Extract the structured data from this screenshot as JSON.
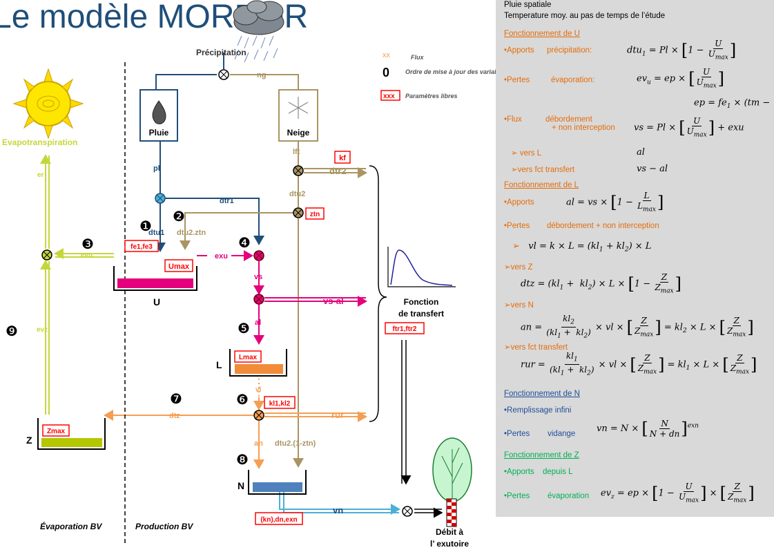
{
  "title": "Le modèle MORDOR",
  "legend": {
    "flux_symbol": "xx",
    "flux": "Flux",
    "order_symbol": "0",
    "order": "Ordre de mise à jour des variables",
    "param_symbol": "xxx",
    "param": "Paramètres libres"
  },
  "diagram": {
    "precipitation": "Précipitation",
    "ng": "ng",
    "pluie": "Pluie",
    "neige": "Neige",
    "evapotranspiration": "Evapotranspiration",
    "er": "er",
    "evu": "evu",
    "evz": "evz",
    "pl": "pl",
    "lft": "lft",
    "kf": "kf",
    "dtr2": "dtr2",
    "dtu2": "dtu2",
    "dtr1": "dtr1",
    "ztn": "ztn",
    "dtu1": "dtu1",
    "dtu2ztn": "dtu2.ztn",
    "fe1fe3": "fe1,fe3",
    "umax": "Umax",
    "exu": "exu",
    "u": "U",
    "vs": "vs",
    "vsal": "vs-al",
    "al": "al",
    "lmax": "Lmax",
    "l": "L",
    "vl": "vl",
    "kl1kl2": "kl1,kl2",
    "dtz": "dtz",
    "rur": "rur",
    "zmax": "Zmax",
    "z": "Z",
    "an": "an",
    "dtu2_1ztn": "dtu2.(1-ztn)",
    "n": "N",
    "vn": "vn",
    "kndnexn": "(kn),dn,exn",
    "fonction1": "Fonction",
    "fonction2": "de transfert",
    "ftr": "ftr1,ftr2",
    "debit1": "Débit à",
    "debit2": "l’ exutoire",
    "evap_bv": "Évaporation BV",
    "prod_bv": "Production BV",
    "o1": "❶",
    "o2": "❷",
    "o3": "❸",
    "o4": "❹",
    "o5": "❺",
    "o6": "❻",
    "o7": "❼",
    "o8": "❽",
    "o9": "❾"
  },
  "panel": {
    "line1": "Pluie spatiale",
    "line2": "Temperature moy. au pas de temps de l’étude",
    "u_header": "Fonctionnement de U",
    "u_apports": "Apports",
    "u_apports_src": "précipitation:",
    "u_pertes": "Pertes",
    "u_pertes_src": "évaporation:",
    "u_flux": "Flux",
    "u_flux_src1": "débordement",
    "u_flux_src2": "+ non interception",
    "vers_l": "➢ vers L",
    "vers_fct": "➢vers fct transfert",
    "l_header": "Fonctionnement de L",
    "l_apports": "Apports",
    "l_pertes": "Pertes",
    "l_pertes_src": "débordement + non interception",
    "vers_z": "➢vers Z",
    "vers_n": "➢vers  N",
    "vers_fct2": "➢vers fct transfert",
    "n_header": "Fonctionnement de N",
    "n_remplissage": "Remplissage infini",
    "n_pertes": "Pertes",
    "n_pertes_src": "vidange",
    "z_header": "Fonctionnement de Z",
    "z_apports": "Apports",
    "z_apports_src": "depuis L",
    "z_pertes": "Pertes",
    "z_pertes_src": "évaporation"
  },
  "colors": {
    "blue": "#1f4e79",
    "tan": "#a99462",
    "magenta": "#e4007c",
    "orange": "#f59e52",
    "yellowgreen": "#c5d63a",
    "red": "#ff0000"
  }
}
